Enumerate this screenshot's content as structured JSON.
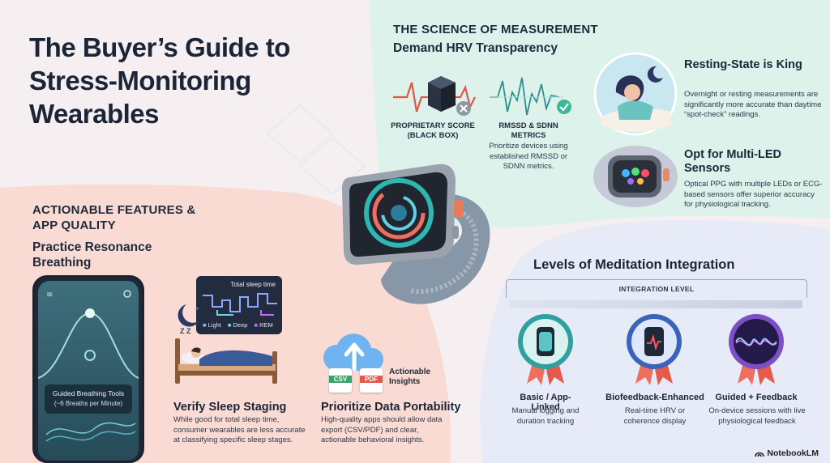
{
  "title": "The Buyer’s Guide to Stress-Monitoring Wearables",
  "science": {
    "heading": "THE SCIENCE OF MEASUREMENT",
    "subheading": "Demand HRV Transparency",
    "proprietary_caption": "PROPRIETARY SCORE (BLACK BOX)",
    "rmssd_caption": "RMSSD & SDNN METRICS",
    "rmssd_desc": "Prioritize devices using established RMSSD or SDNN metrics."
  },
  "resting": {
    "title": "Resting-State is King",
    "desc": "Overnight or resting measurements are significantly more accurate than daytime “spot-check” readings."
  },
  "multiled": {
    "title": "Opt for Multi-LED Sensors",
    "desc": "Optical PPG with multiple LEDs or ECG-based sensors offer superior accuracy for physiological tracking."
  },
  "actionable": {
    "heading": "ACTIONABLE FEATURES & APP QUALITY",
    "subheading": "Practice Resonance Breathing",
    "phone_card_title": "Guided Breathing Tools",
    "phone_card_sub": "(~6 Breaths per Minute)"
  },
  "sleep": {
    "chart_title": "Total sleep time",
    "legend": [
      "Light",
      "Deep",
      "REM"
    ],
    "zz": "Z Z",
    "title": "Verify Sleep Staging",
    "desc": "While good for total sleep time, consumer wearables are less accurate at classifying specific sleep stages."
  },
  "portability": {
    "csv": "CSV",
    "pdf": "PDF",
    "insights_label": "Actionable Insights",
    "title": "Prioritize Data Portability",
    "desc": "High-quality apps should allow data export (CSV/PDF) and clear, actionable behavioral insights."
  },
  "meditation": {
    "heading": "Levels of Meditation Integration",
    "bar_label": "INTEGRATION LEVEL",
    "levels": [
      {
        "name": "Basic / App-Linked",
        "desc": "Manual logging and duration tracking"
      },
      {
        "name": "Biofeedback-Enhanced",
        "desc": "Real-time HRV or coherence display"
      },
      {
        "name": "Guided + Feedback",
        "desc": "On-device sessions with live physiological feedback"
      }
    ]
  },
  "brand": "NotebookLM",
  "colors": {
    "mint": "#d9f2ea",
    "peach": "#f9d9d2",
    "lavender": "#e6eaf7",
    "navy": "#1b2536",
    "teal_badge": "#2f9fa0",
    "coral_ribbon": "#f06f5c",
    "purple_badge": "#7d4fc7"
  }
}
